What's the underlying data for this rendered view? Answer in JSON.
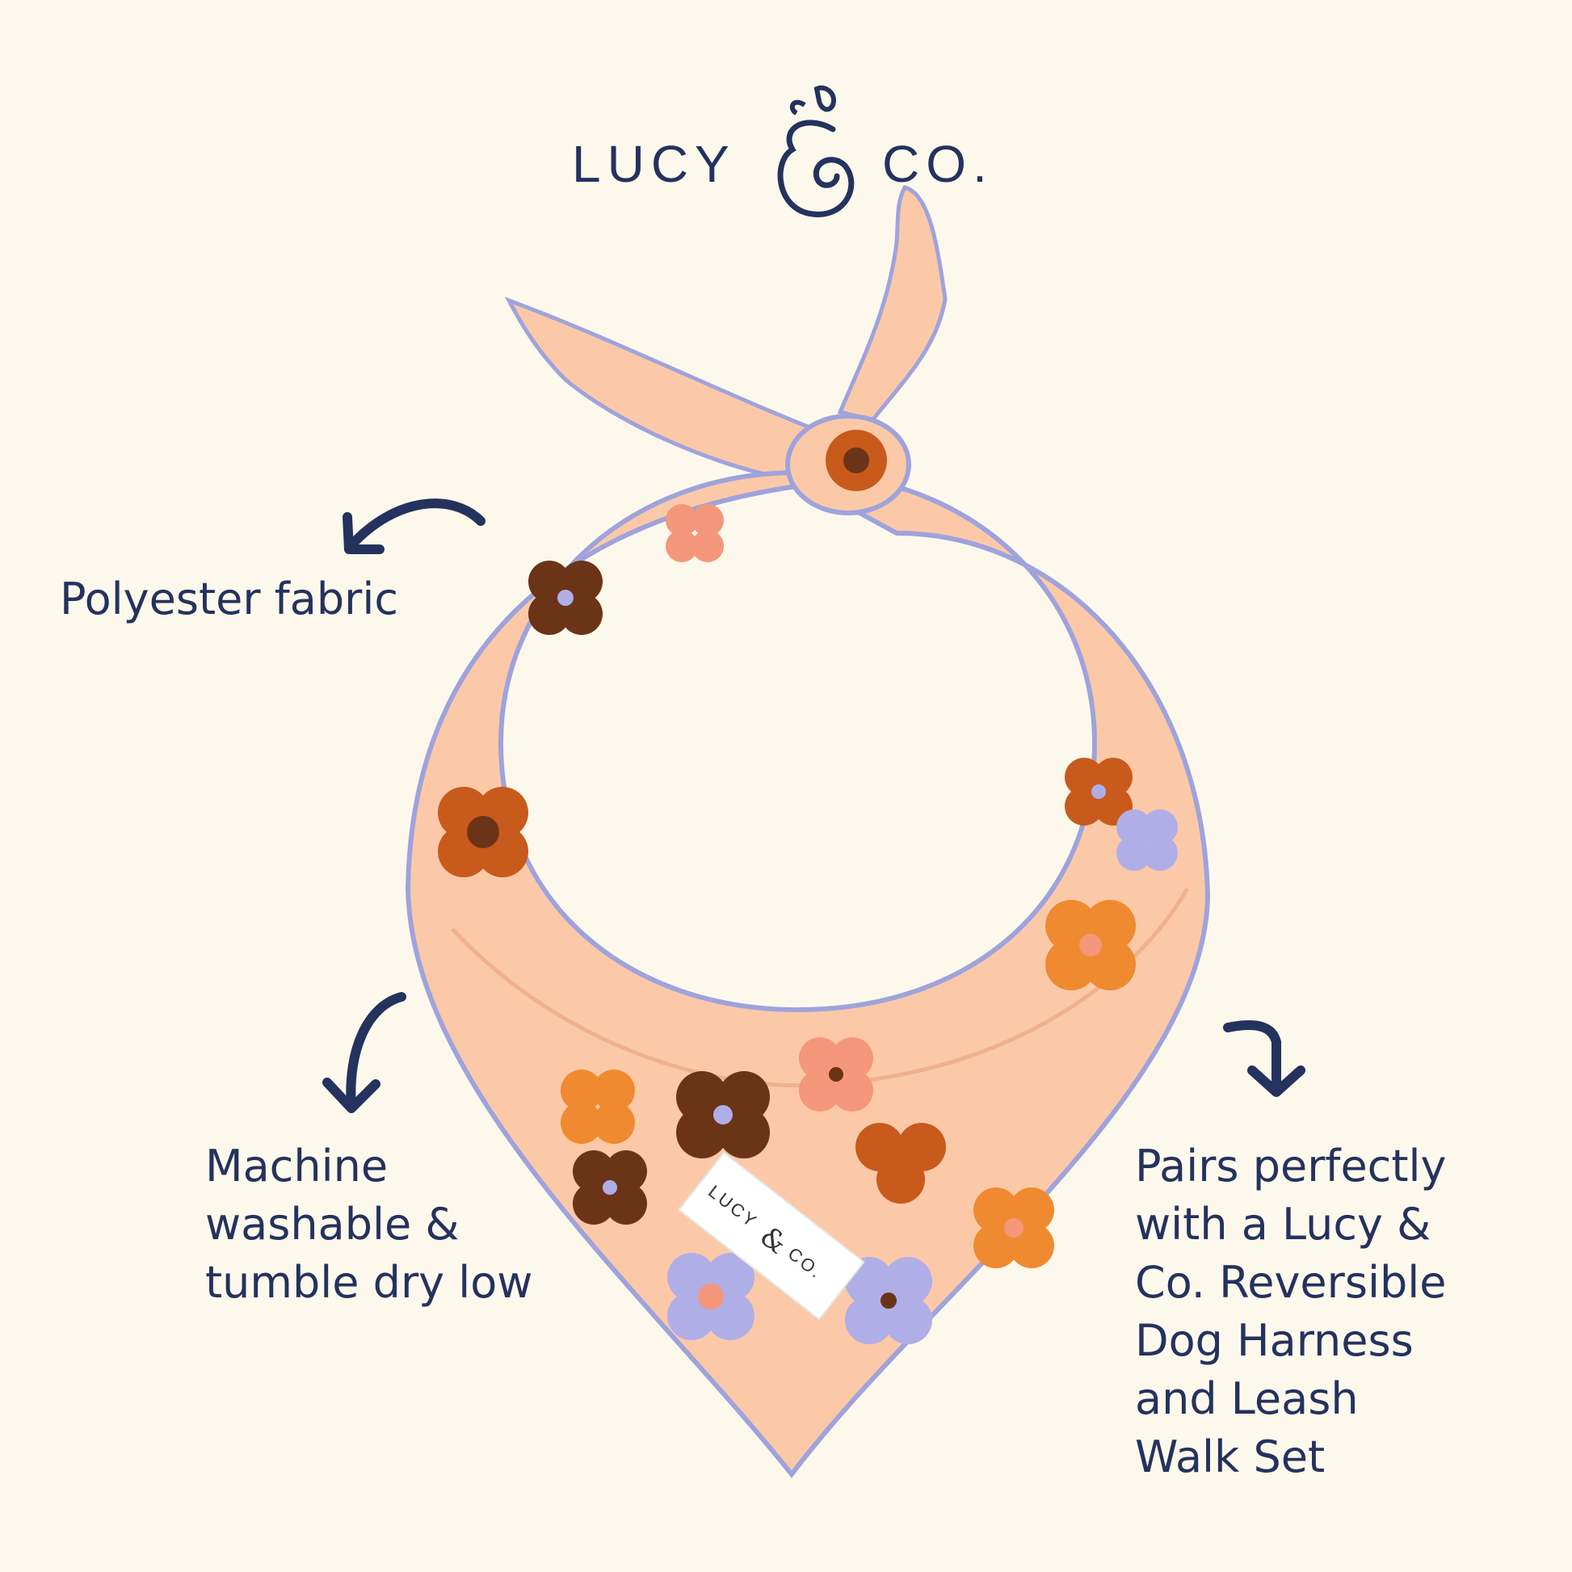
{
  "brand": {
    "name_left": "LUCY",
    "name_right": "CO.",
    "full": "LUCY & CO."
  },
  "product_label": {
    "line1": "LUCY",
    "line2": "CO."
  },
  "features": [
    {
      "lines": [
        "Polyester fabric"
      ]
    },
    {
      "lines": [
        "Machine",
        "washable &",
        "tumble dry low"
      ]
    },
    {
      "lines": [
        "Pairs perfectly",
        "with a Lucy &",
        "Co. Reversible",
        "Dog Harness",
        "and Leash",
        "Walk Set"
      ]
    }
  ],
  "colors": {
    "background": "#fdf8ec",
    "text": "#24325e",
    "fabric": "#fbc9a8",
    "trim": "#9fa3dc",
    "orange": "#c85a1c",
    "brown": "#6b3417",
    "lavender": "#b0aee6",
    "coral": "#f5977a"
  }
}
